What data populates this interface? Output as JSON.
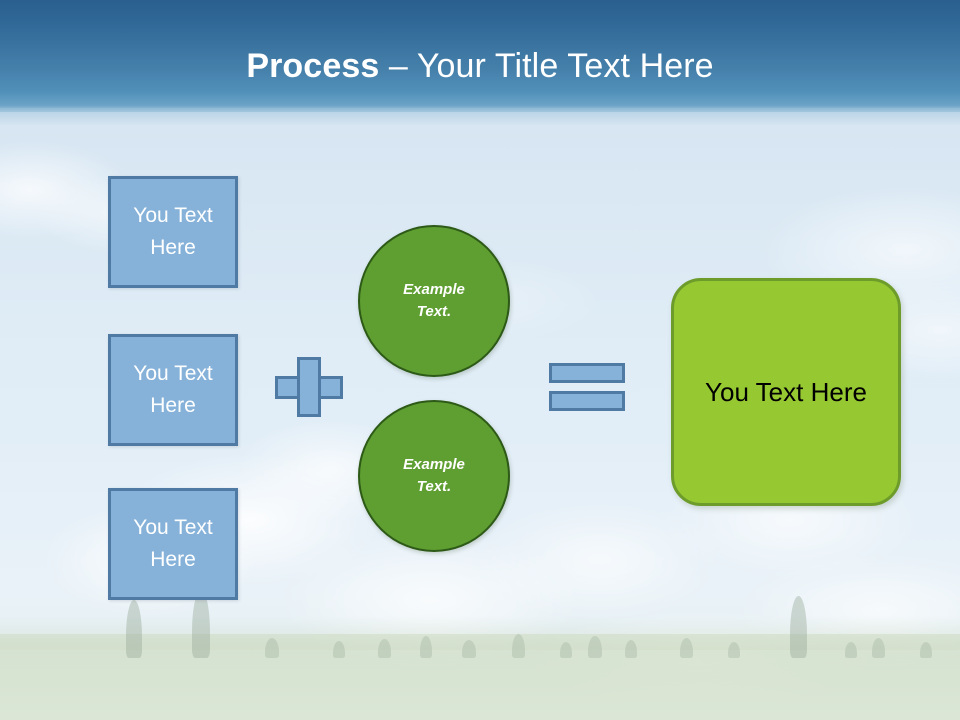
{
  "slide": {
    "title_strong": "Process",
    "title_rest": " – Your Title Text Here"
  },
  "inputs": {
    "boxes": [
      {
        "line1": "You Text",
        "line2": "Here"
      },
      {
        "line1": "You Text",
        "line2": "Here"
      },
      {
        "line1": "You Text",
        "line2": "Here"
      }
    ]
  },
  "operators": {
    "plus_label": "+",
    "equals_label": "="
  },
  "circles": [
    {
      "line1": "Example",
      "line2": "Text."
    },
    {
      "line1": "Example",
      "line2": "Text."
    }
  ],
  "result": {
    "label": "You Text Here"
  },
  "colors": {
    "title_band_top": "#2a5f90",
    "title_band_bottom": "#6ba3c6",
    "box_fill": "#86b2d9",
    "box_border": "#4f7aa4",
    "circle_fill": "#5f9e31",
    "circle_border": "#2d5a17",
    "result_fill": "#96c832",
    "result_border": "#6d9c2b",
    "sky": "#dce9f4",
    "title_text": "#ffffff",
    "result_text": "#000000"
  }
}
